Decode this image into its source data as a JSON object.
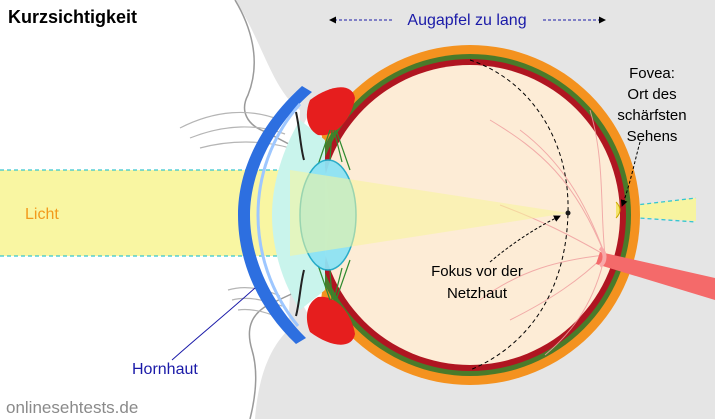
{
  "title": "Kurzsichtigkeit",
  "labels": {
    "eyeball_length": "Augapfel zu lang",
    "light": "Licht",
    "fovea_line1": "Fovea:",
    "fovea_line2": "Ort des",
    "fovea_line3": "schärfsten",
    "fovea_line4": "Sehens",
    "focus_line1": "Fokus vor der",
    "focus_line2": "Netzhaut",
    "cornea": "Hornhaut",
    "watermark": "onlinesehtests.de"
  },
  "colors": {
    "background_panel": "#e5e5e5",
    "light_beam": "#f8f59a",
    "beam_edge": "#37c6cf",
    "sclera": "#f4921f",
    "retina_dark": "#b01521",
    "choroid_green": "#4a7a2a",
    "vitreous": "#fdecd6",
    "cornea": "#2d6fe0",
    "lens": "#8ee3f4",
    "iris": "#e61e1e",
    "optic_nerve": "#f46a6a",
    "label_blue": "#1a1aa8",
    "label_orange": "#f29a1c"
  }
}
